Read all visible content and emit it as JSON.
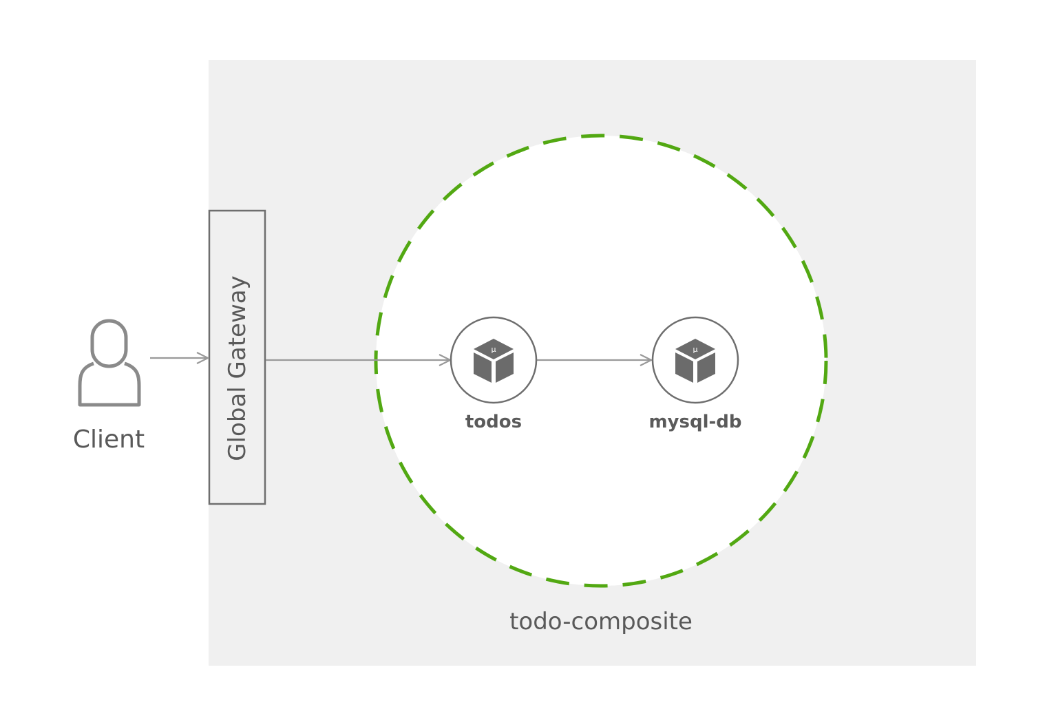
{
  "diagram": {
    "client": {
      "label": "Client",
      "icon": "user-icon"
    },
    "gateway": {
      "label": "Global Gateway"
    },
    "composite": {
      "label": "todo-composite",
      "border_color": "#52a812"
    },
    "components": [
      {
        "label": "todos",
        "icon": "microservice-cube-icon",
        "badge": "μ"
      },
      {
        "label": "mysql-db",
        "icon": "microservice-cube-icon",
        "badge": "μ"
      }
    ],
    "colors": {
      "background_panel": "#f0f0f0",
      "line": "#999999",
      "icon_fill": "#6b6b6b",
      "text": "#595959"
    }
  }
}
